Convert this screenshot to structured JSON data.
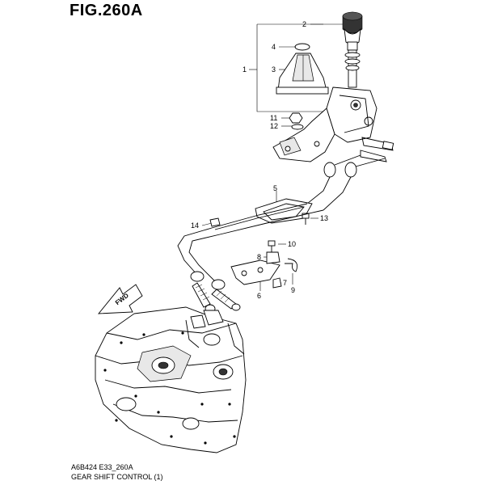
{
  "header": {
    "title": "FIG.260A"
  },
  "footer": {
    "code": "A6B424 E33_260A",
    "caption": "GEAR SHIFT CONTROL (1)"
  },
  "direction_badge": {
    "label": "FWD"
  },
  "callouts": [
    "2",
    "4",
    "3",
    "1",
    "11",
    "12",
    "5",
    "14",
    "13",
    "10",
    "8",
    "7",
    "9",
    "6"
  ]
}
